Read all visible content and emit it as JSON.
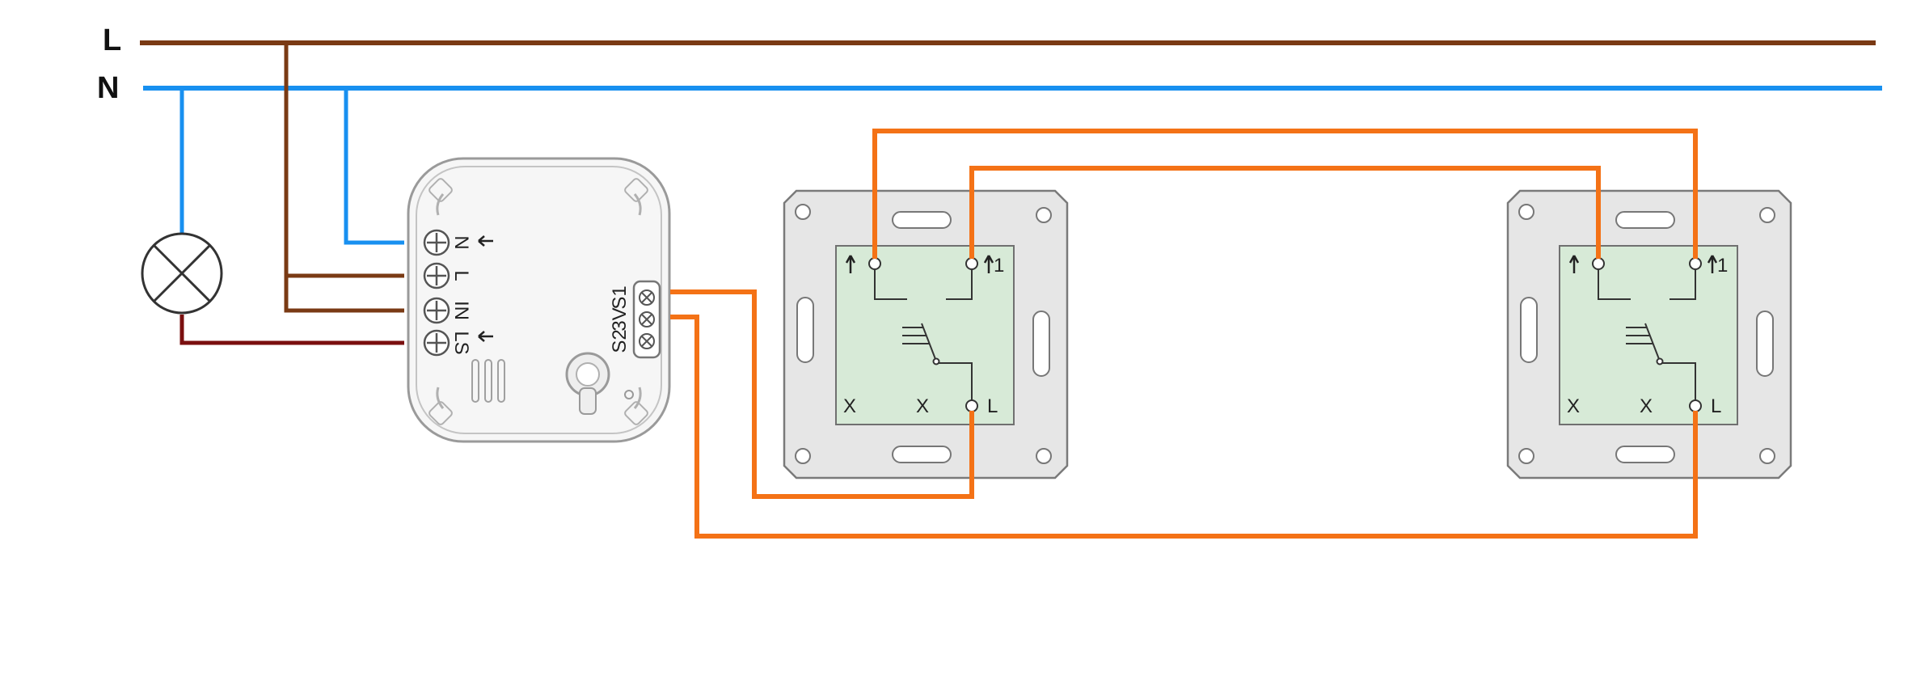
{
  "rails": {
    "line_label": "L",
    "neutral_label": "N"
  },
  "module": {
    "terminal_labels": [
      "N",
      "L",
      "IN",
      "LS"
    ],
    "switch_input_labels": [
      "S2",
      "3V",
      "S1"
    ]
  },
  "switches": [
    {
      "top_left_terminal": "",
      "top_right_terminal": "1",
      "bottom_labels": [
        "X",
        "X"
      ],
      "common_terminal": "L"
    },
    {
      "top_left_terminal": "",
      "top_right_terminal": "1",
      "bottom_labels": [
        "X",
        "X"
      ],
      "common_terminal": "L"
    }
  ],
  "colors": {
    "line": "#7a3a14",
    "neutral": "#1890f0",
    "lamp_return": "#7a0f0f",
    "control": "#f47216",
    "switch_insert": "#d7ead7",
    "switch_frame": "#e6e6e6",
    "module_body": "#f4f4f4"
  },
  "icons": {
    "lamp": "lamp-icon",
    "arrow": "arrow-left-icon",
    "screw": "screw-terminal-icon"
  }
}
